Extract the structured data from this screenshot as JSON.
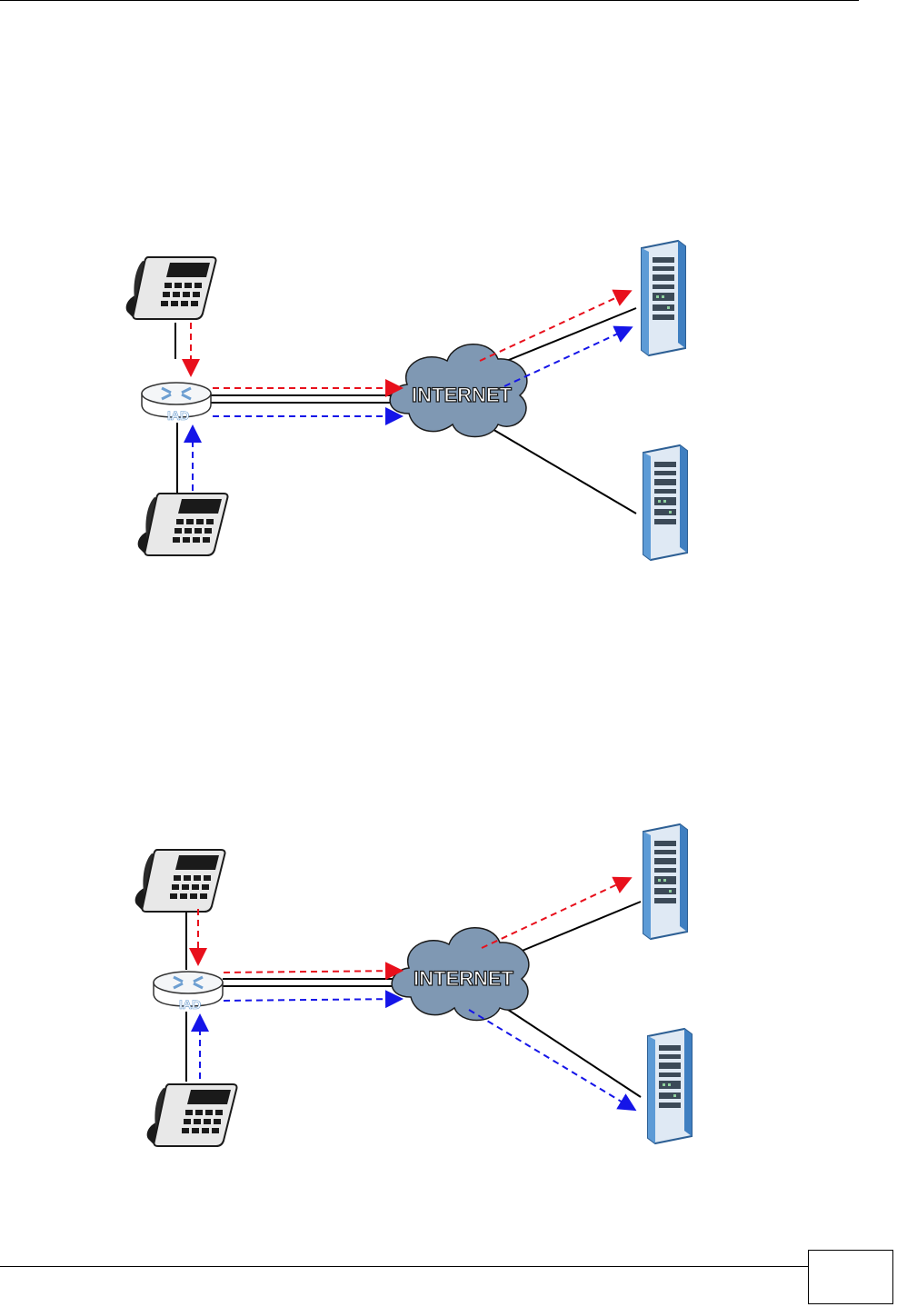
{
  "diagrams": [
    {
      "device_label": "IAD",
      "cloud_label": "INTERNET",
      "phone_top_flow_color": "#e8101c",
      "phone_bottom_flow_color": "#1515e8",
      "server_top_flows": [
        "red",
        "blue"
      ],
      "server_bottom_flows": []
    },
    {
      "device_label": "IAD",
      "cloud_label": "INTERNET",
      "phone_top_flow_color": "#e8101c",
      "phone_bottom_flow_color": "#1515e8",
      "server_top_flows": [
        "red"
      ],
      "server_bottom_flows": [
        "blue"
      ]
    }
  ],
  "colors": {
    "red_flow": "#e8101c",
    "blue_flow": "#1515e8",
    "cloud_fill": "#7f98b3",
    "server_blue": "#3f7fc1"
  },
  "icons": [
    "phone-icon",
    "router-icon",
    "cloud-icon",
    "server-icon"
  ]
}
